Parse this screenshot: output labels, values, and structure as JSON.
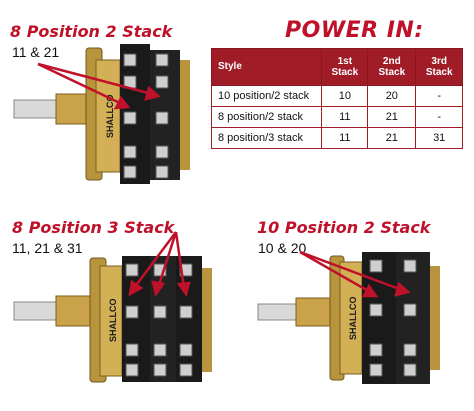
{
  "switch_1": {
    "title": "8 Position 2 Stack",
    "terminals": "11 & 21",
    "brand": "SHALLCO"
  },
  "switch_2": {
    "title": "8 Position 3 Stack",
    "terminals": "11, 21 & 31",
    "brand": "SHALLCO"
  },
  "switch_3": {
    "title": "10 Position 2 Stack",
    "terminals": "10 & 20",
    "brand": "SHALLCO"
  },
  "power_table": {
    "title": "POWER IN:",
    "headers": {
      "style": "Style",
      "stack1": "1st Stack",
      "stack2": "2nd Stack",
      "stack3": "3rd Stack"
    },
    "rows": [
      {
        "style": "10 position/2 stack",
        "s1": "10",
        "s2": "20",
        "s3": "-"
      },
      {
        "style": "8 position/2 stack",
        "s1": "11",
        "s2": "21",
        "s3": "-"
      },
      {
        "style": "8 position/3 stack",
        "s1": "11",
        "s2": "21",
        "s3": "31"
      }
    ]
  },
  "colors": {
    "accent_red": "#c0112a",
    "table_header": "#a01d28",
    "wafer": "#1a1a1a",
    "brass": "#b8953c"
  }
}
